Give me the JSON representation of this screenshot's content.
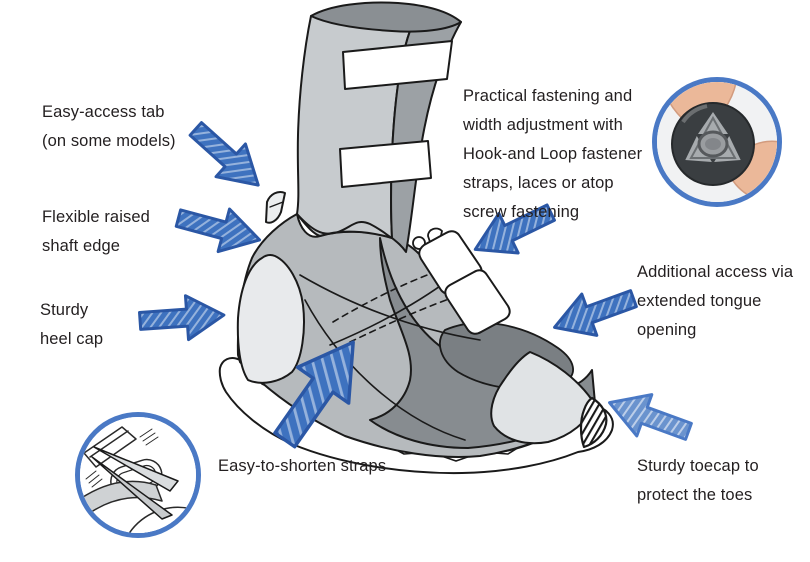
{
  "labels": {
    "easy_access_tab": "Easy-access tab\n(on some models)",
    "flexible_shaft_edge": "Flexible raised\nshaft edge",
    "sturdy_heel_cap": "Sturdy\nheel cap",
    "practical_fastening": "Practical fastening and\nwidth adjustment with\nHook-and Loop fastener\nstraps, laces or atop\nscrew fastening",
    "tongue_opening": "Additional access via\nextended tongue\nopening",
    "easy_to_shorten_straps": "Easy-to-shorten straps",
    "sturdy_toecap": "Sturdy toecap to\nprotect the toes"
  },
  "icons": {
    "callout_arrow": "sketched-blue-arrow",
    "inset_ring": "blue-circle-ring",
    "dial_photo": "screw-fastener-dial-held-by-fingers",
    "scissors_inset": "scissors-cutting-strap"
  },
  "colors": {
    "background": "#FFFFFF",
    "text": "#231F20",
    "arrow_fill": "#3E72BF",
    "arrow_fill_light": "#6A93CE",
    "arrow_outline": "#2B57A5",
    "ring_blue": "#4A79C5",
    "boot_light": "#C7CBCE",
    "boot_medium": "#B6BABD",
    "boot_dark": "#878C90",
    "boot_darker": "#7A7F83",
    "heel_cap": "#E8EAEC",
    "outline": "#1A1A1A"
  }
}
